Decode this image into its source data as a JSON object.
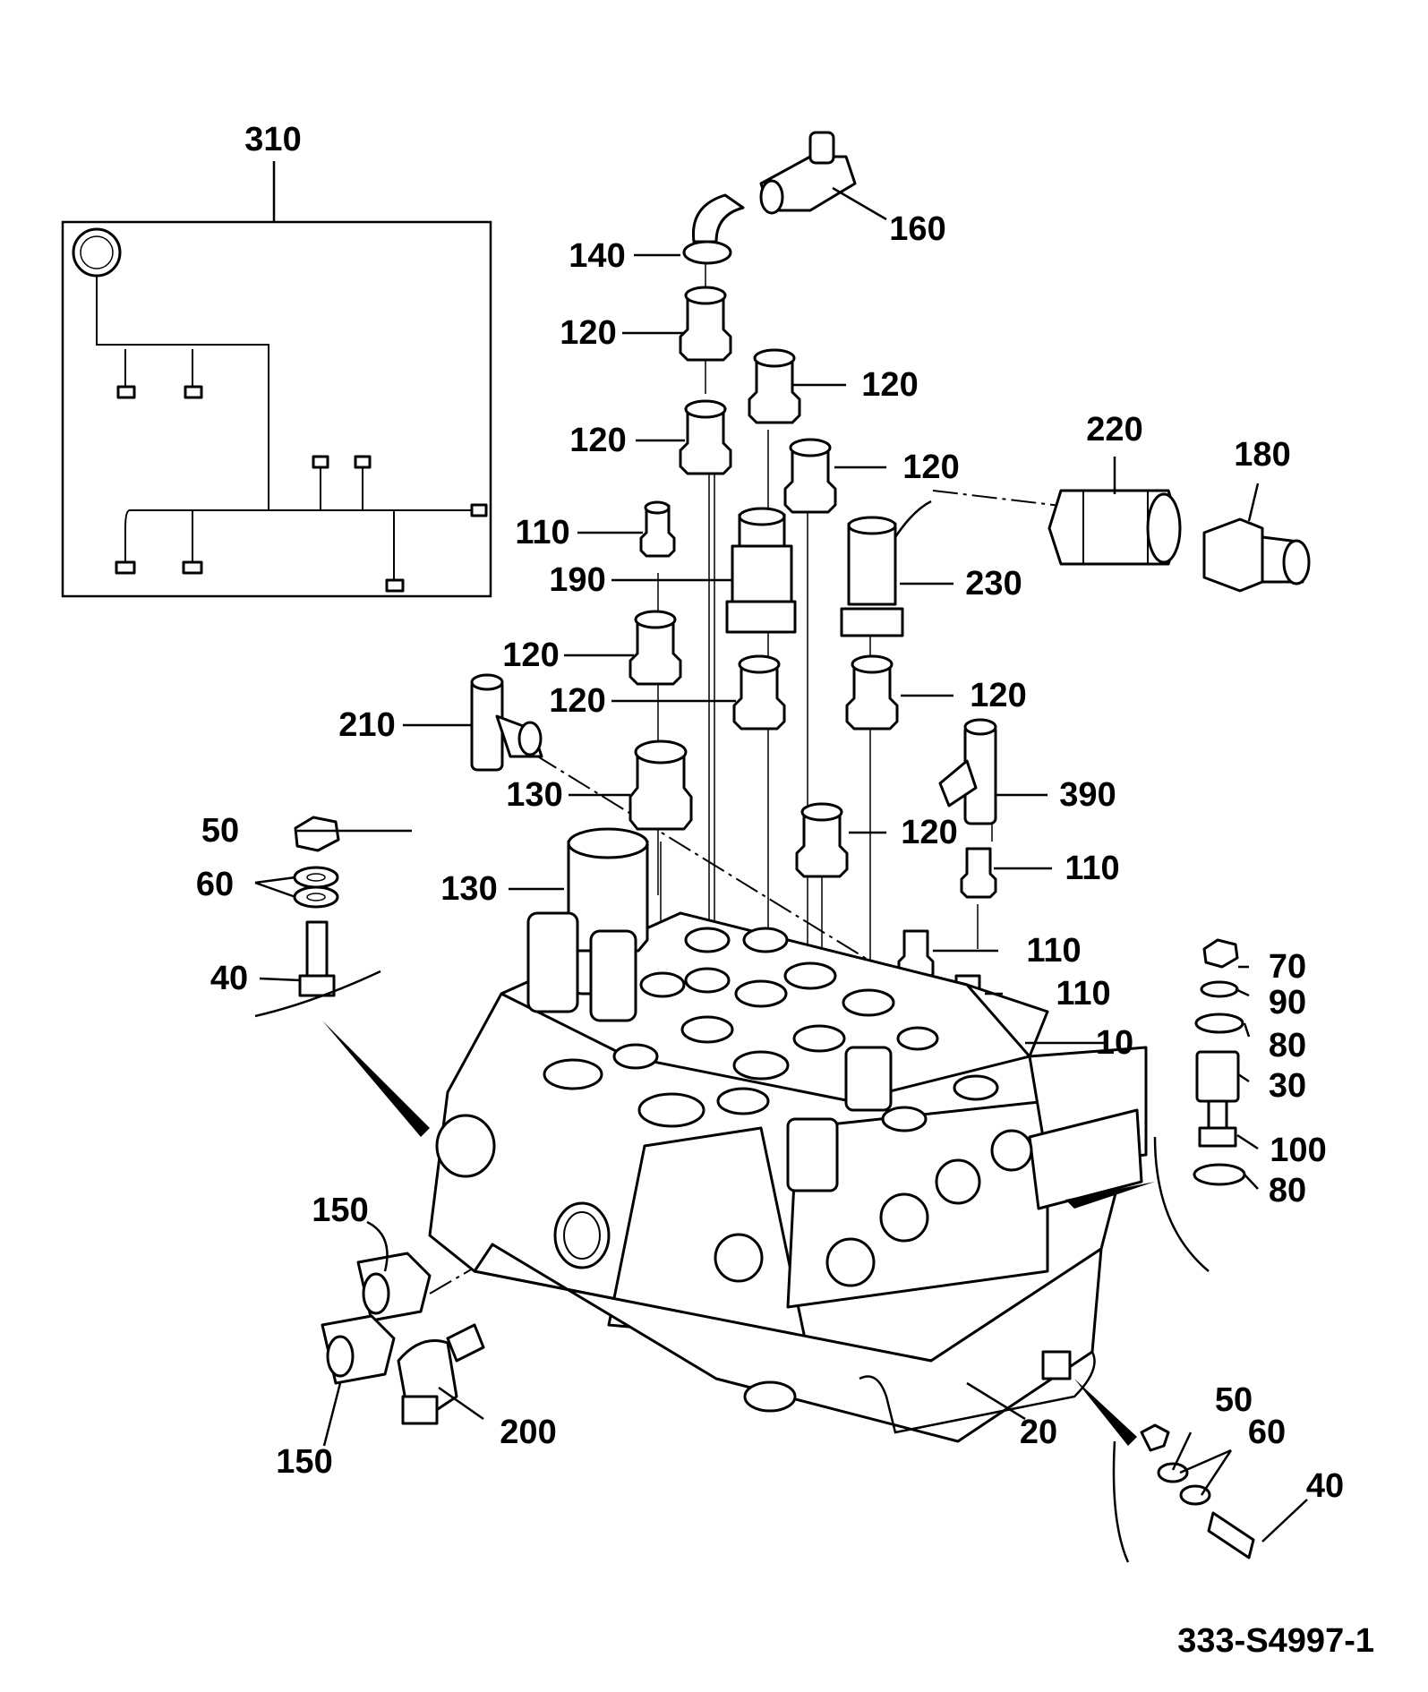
{
  "drawing_number": "333-S4997-1",
  "callouts": {
    "c310": "310",
    "c160": "160",
    "c140": "140",
    "c120a": "120",
    "c120b": "120",
    "c120c": "120",
    "c120d": "120",
    "c220": "220",
    "c180": "180",
    "c110a": "110",
    "c190": "190",
    "c230": "230",
    "c120e": "120",
    "c120f": "120",
    "c120g": "120",
    "c210": "210",
    "c130a": "130",
    "c390": "390",
    "c50a": "50",
    "c60a": "60",
    "c120h": "120",
    "c110b": "110",
    "c130b": "130",
    "c40a": "40",
    "c110c": "110",
    "c70": "70",
    "c110d": "110",
    "c90": "90",
    "c10": "10",
    "c80a": "80",
    "c30": "30",
    "c100": "100",
    "c80b": "80",
    "c150a": "150",
    "c50b": "50",
    "c60b": "60",
    "c200": "200",
    "c20": "20",
    "c40b": "40",
    "c150b": "150"
  }
}
